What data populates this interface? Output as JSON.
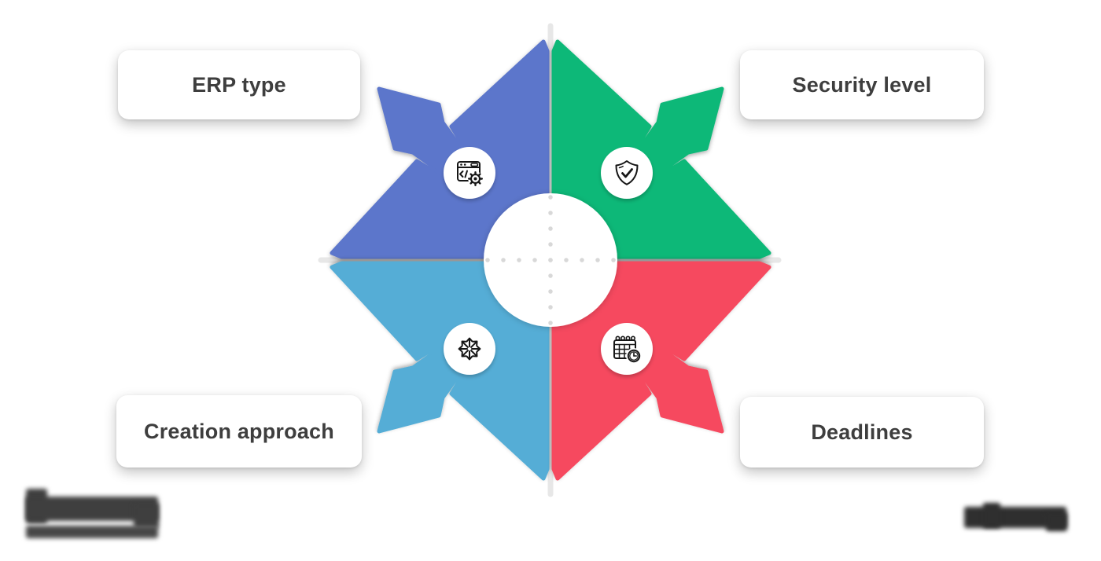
{
  "diagram": {
    "type": "four-quadrant-arrow-star-infographic",
    "quadrants": [
      {
        "position": "top-left",
        "label": "ERP type",
        "color": "#5B76CB",
        "icon": "browser-code-gear-icon"
      },
      {
        "position": "top-right",
        "label": "Security level",
        "color": "#0FB878",
        "icon": "shield-check-icon"
      },
      {
        "position": "bottom-left",
        "label": "Creation approach",
        "color": "#55ADD6",
        "icon": "multidirectional-arrows-icon"
      },
      {
        "position": "bottom-right",
        "label": "Deadlines",
        "color": "#F6495F",
        "icon": "calendar-clock-icon"
      }
    ]
  },
  "style": {
    "background": "#FFFFFF",
    "axis_line_color": "#E7E7E7",
    "dot_color": "#D8D8D8",
    "label_text_color": "#3E3E3E",
    "label_bg": "#FFFFFF",
    "icon_stroke_color": "#161616",
    "center_circle_color": "#FFFFFF"
  },
  "branding": {
    "bottom_left_logo": "blurred-illegible",
    "bottom_right_logo": "blurred-illegible"
  }
}
